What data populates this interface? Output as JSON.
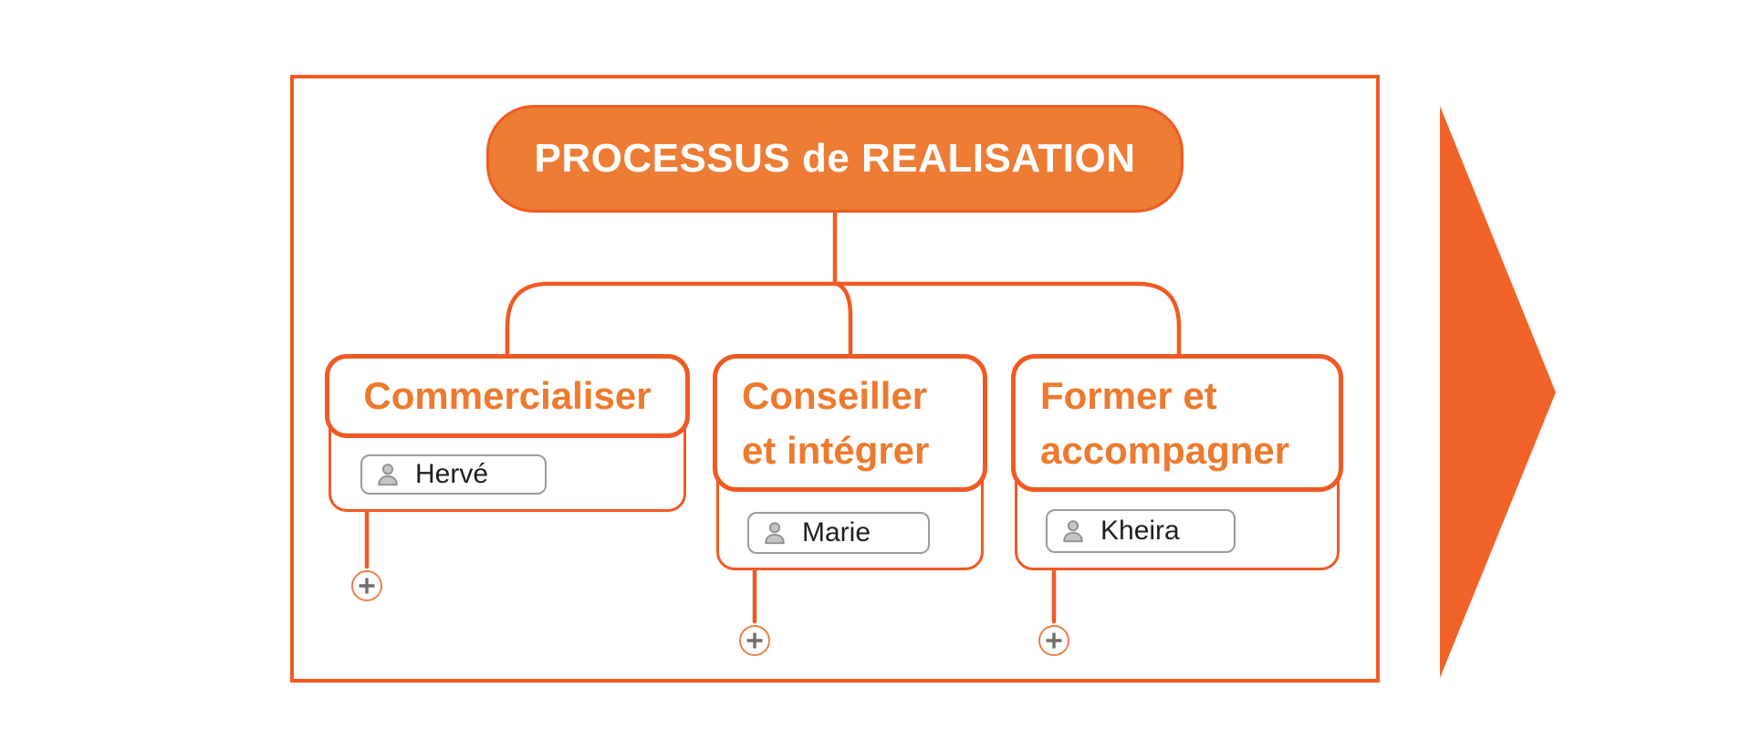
{
  "diagram": {
    "root": {
      "label": "PROCESSUS de REALISATION"
    },
    "branches": [
      {
        "title_lines": [
          "Commercialiser"
        ],
        "owner": "Hervé"
      },
      {
        "title_lines": [
          "Conseiller",
          "et intégrer"
        ],
        "owner": "Marie"
      },
      {
        "title_lines": [
          "Former et",
          "accompagner"
        ],
        "owner": "Kheira"
      }
    ],
    "expand_symbol": "+"
  },
  "icons": {
    "person": "person-icon",
    "expand": "plus-icon",
    "flow": "arrow-right-shape"
  },
  "colors": {
    "accent": "#F05A22",
    "root_fill": "#ED7C34",
    "branch_text": "#ED7A2E",
    "arrow": "#F26329",
    "tag_border": "#9B9B9B",
    "tag_text": "#1F1F1F",
    "icon_gray": "#8F8F8F",
    "plus_gray": "#6E6E6E"
  }
}
